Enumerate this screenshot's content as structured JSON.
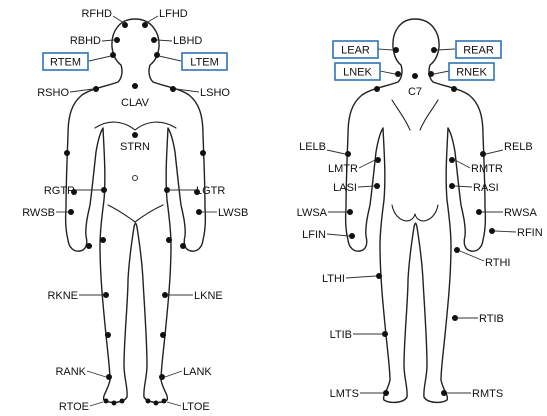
{
  "marker_color": "#111111",
  "box_color": "#2f74b5",
  "front": {
    "labels": {
      "rfhd": "RFHD",
      "lfhd": "LFHD",
      "rbhd": "RBHD",
      "lbhd": "LBHD",
      "rtem": "RTEM",
      "ltem": "LTEM",
      "rsho": "RSHO",
      "lsho": "LSHO",
      "clav": "CLAV",
      "strn": "STRN",
      "rgtr": "RGTR",
      "lgtr": "LGTR",
      "rwsb": "RWSB",
      "lwsb": "LWSB",
      "rkne": "RKNE",
      "lkne": "LKNE",
      "rank": "RANK",
      "lank": "LANK",
      "rtoe": "RTOE",
      "ltoe": "LTOE"
    }
  },
  "back": {
    "labels": {
      "lear": "LEAR",
      "rear": "REAR",
      "lnek": "LNEK",
      "rnek": "RNEK",
      "c7": "C7",
      "lelb": "LELB",
      "relb": "RELB",
      "lmtr": "LMTR",
      "rmtr": "RMTR",
      "lasi": "LASI",
      "rasi": "RASI",
      "lwsa": "LWSA",
      "rwsa": "RWSA",
      "lfin": "LFIN",
      "rfin": "RFIN",
      "lthi": "LTHI",
      "rthi": "RTHI",
      "ltib": "LTIB",
      "rtib": "RTIB",
      "lmts": "LMTS",
      "rmts": "RMTS"
    }
  }
}
